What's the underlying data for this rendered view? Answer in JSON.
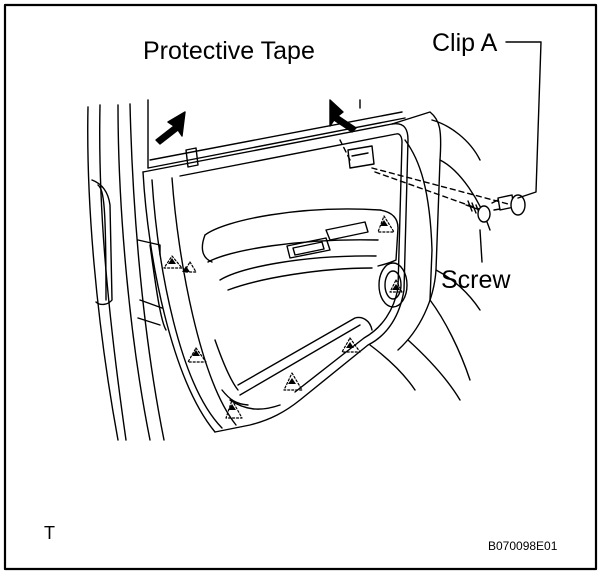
{
  "labels": {
    "title": "Protective Tape",
    "clip_a": "Clip A",
    "screw": "Screw",
    "corner_mark": "T",
    "figure_code": "B070098E01"
  },
  "colors": {
    "ink": "#000000",
    "paper": "#ffffff"
  }
}
